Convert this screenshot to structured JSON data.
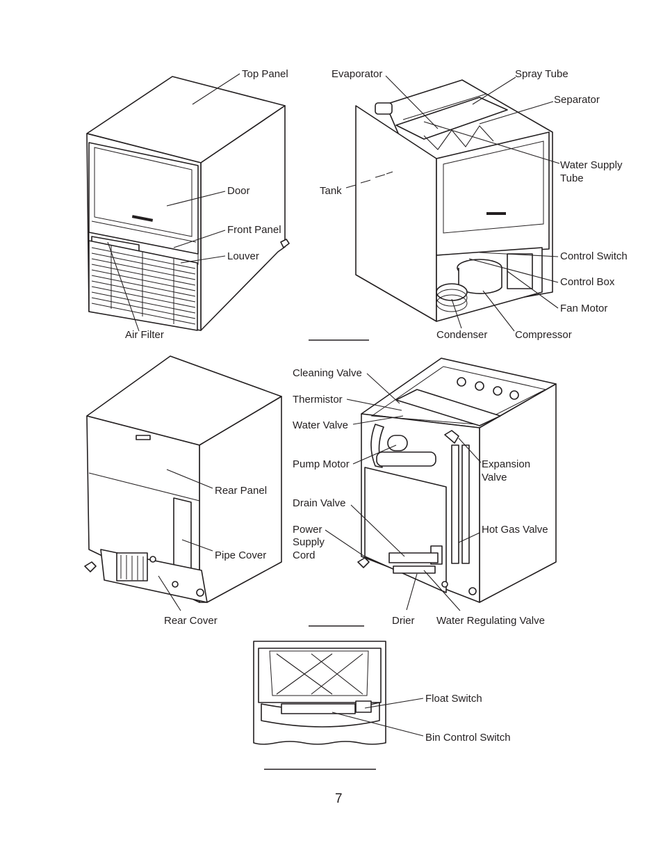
{
  "page_number": "7",
  "figures": [
    {
      "id": "front-view",
      "labels": [
        {
          "key": "top_panel",
          "text": "Top Panel"
        },
        {
          "key": "door",
          "text": "Door"
        },
        {
          "key": "front_panel",
          "text": "Front Panel"
        },
        {
          "key": "louver",
          "text": "Louver"
        },
        {
          "key": "air_filter",
          "text": "Air Filter"
        }
      ]
    },
    {
      "id": "interior-front-view",
      "labels": [
        {
          "key": "evaporator",
          "text": "Evaporator"
        },
        {
          "key": "spray_tube",
          "text": "Spray Tube"
        },
        {
          "key": "separator",
          "text": "Separator"
        },
        {
          "key": "water_supply_tube",
          "text": [
            "Water Supply",
            "Tube"
          ]
        },
        {
          "key": "tank",
          "text": "Tank"
        },
        {
          "key": "control_switch",
          "text": "Control Switch"
        },
        {
          "key": "control_box",
          "text": "Control Box"
        },
        {
          "key": "fan_motor",
          "text": "Fan Motor"
        },
        {
          "key": "condenser",
          "text": "Condenser"
        },
        {
          "key": "compressor",
          "text": "Compressor"
        }
      ]
    },
    {
      "id": "rear-view",
      "labels": [
        {
          "key": "rear_panel",
          "text": "Rear Panel"
        },
        {
          "key": "pipe_cover",
          "text": "Pipe Cover"
        },
        {
          "key": "rear_cover",
          "text": "Rear Cover"
        }
      ]
    },
    {
      "id": "interior-rear-view",
      "labels": [
        {
          "key": "cleaning_valve",
          "text": "Cleaning Valve"
        },
        {
          "key": "thermistor",
          "text": "Thermistor"
        },
        {
          "key": "water_valve",
          "text": "Water Valve"
        },
        {
          "key": "pump_motor",
          "text": "Pump Motor"
        },
        {
          "key": "expansion_valve",
          "text": [
            "Expansion",
            "Valve"
          ]
        },
        {
          "key": "drain_valve",
          "text": "Drain Valve"
        },
        {
          "key": "power_supply_cord",
          "text": [
            "Power",
            "Supply",
            "Cord"
          ]
        },
        {
          "key": "hot_gas_valve",
          "text": "Hot Gas Valve"
        },
        {
          "key": "drier",
          "text": "Drier"
        },
        {
          "key": "water_regulating_valve",
          "text": "Water Regulating Valve"
        }
      ]
    },
    {
      "id": "bin-view",
      "labels": [
        {
          "key": "float_switch",
          "text": "Float Switch"
        },
        {
          "key": "bin_control_switch",
          "text": "Bin Control Switch"
        }
      ]
    }
  ]
}
